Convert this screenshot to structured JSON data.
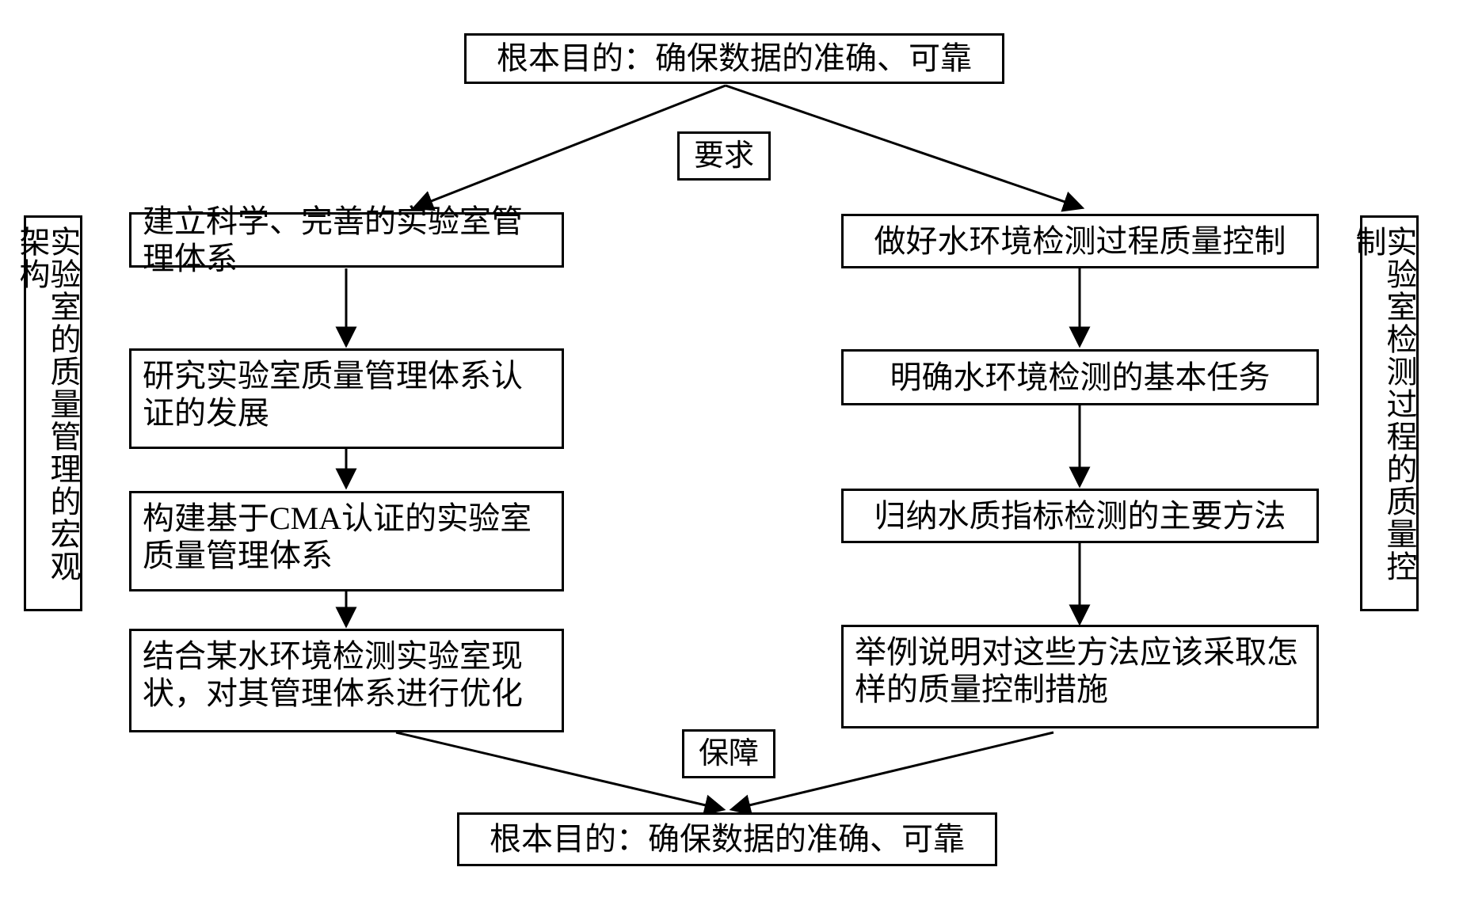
{
  "diagram": {
    "title_top": "根本目的：确保数据的准确、可靠",
    "title_bottom": "根本目的：确保数据的准确、可靠",
    "edge_label_top": "要求",
    "edge_label_bottom": "保障",
    "side_label_left": "实验室的质量管理的宏观架构",
    "side_label_right": "实验室检测过程的质量控制",
    "left_column": [
      "建立科学、完善的实验室管理体系",
      "研究实验室质量管理体系认证的发展",
      "构建基于CMA认证的实验室质量管理体系",
      "结合某水环境检测实验室现状，对其管理体系进行优化"
    ],
    "right_column": [
      "做好水环境检测过程质量控制",
      "明确水环境检测的基本任务",
      "归纳水质指标检测的主要方法",
      "举例说明对这些方法应该采取怎样的质量控制措施"
    ],
    "colors": {
      "stroke": "#000000",
      "fill": "#ffffff",
      "text": "#000000"
    }
  }
}
